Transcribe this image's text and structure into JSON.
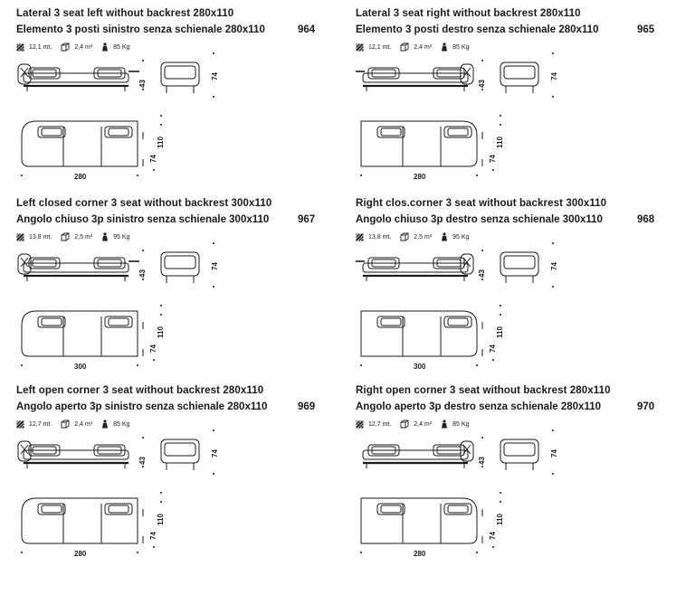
{
  "items": [
    {
      "title_en": "Lateral 3 seat left without backrest 280x110",
      "title_it": "Elemento 3 posti sinistro senza schienale 280x110",
      "code": "964",
      "fabric": "12,1 mt.",
      "volume": "2,4 m³",
      "weight": "85 Kg",
      "dim_height": "43",
      "dim_side": "74",
      "dim_depth": "110",
      "dim_depth_low": "74",
      "dim_width": "280"
    },
    {
      "title_en": "Lateral 3 seat right without backrest 280x110",
      "title_it": "Elemento 3 posti destro senza schienale 280x110",
      "code": "965",
      "fabric": "12,1 mt.",
      "volume": "2,4 m³",
      "weight": "85 Kg",
      "dim_height": "43",
      "dim_side": "74",
      "dim_depth": "110",
      "dim_depth_low": "74",
      "dim_width": "280"
    },
    {
      "title_en": "Left closed corner 3 seat without backrest 300x110",
      "title_it": "Angolo chiuso 3p sinistro senza schienale 300x110",
      "code": "967",
      "fabric": "13,8 mt.",
      "volume": "2,5 m³",
      "weight": "95 Kg",
      "dim_height": "43",
      "dim_side": "74",
      "dim_depth": "110",
      "dim_depth_low": "74",
      "dim_width": "300"
    },
    {
      "title_en": "Right clos.corner 3 seat without backrest 300x110",
      "title_it": "Angolo chiuso 3p destro senza schienale 300x110",
      "code": "968",
      "fabric": "13,8 mt.",
      "volume": "2,5 m³",
      "weight": "95 Kg",
      "dim_height": "43",
      "dim_side": "74",
      "dim_depth": "110",
      "dim_depth_low": "74",
      "dim_width": "300"
    },
    {
      "title_en": "Left open corner 3 seat without backrest 280x110",
      "title_it": "Angolo aperto 3p sinistro senza schienale 280x110",
      "code": "969",
      "fabric": "12,7 mt.",
      "volume": "2,4 m³",
      "weight": "85 Kg",
      "dim_height": "43",
      "dim_side": "74",
      "dim_depth": "110",
      "dim_depth_low": "74",
      "dim_width": "280"
    },
    {
      "title_en": "Right open corner 3 seat without backrest 280x110",
      "title_it": "Angolo aperto 3p destro senza schienale 280x110",
      "code": "970",
      "fabric": "12,7 mt.",
      "volume": "2,4 m³",
      "weight": "85 Kg",
      "dim_height": "43",
      "dim_side": "74",
      "dim_depth": "110",
      "dim_depth_low": "74",
      "dim_width": "280"
    }
  ],
  "icons": {
    "fabric": "fabric-swatch-icon",
    "volume": "box-volume-icon",
    "weight": "weight-icon"
  }
}
